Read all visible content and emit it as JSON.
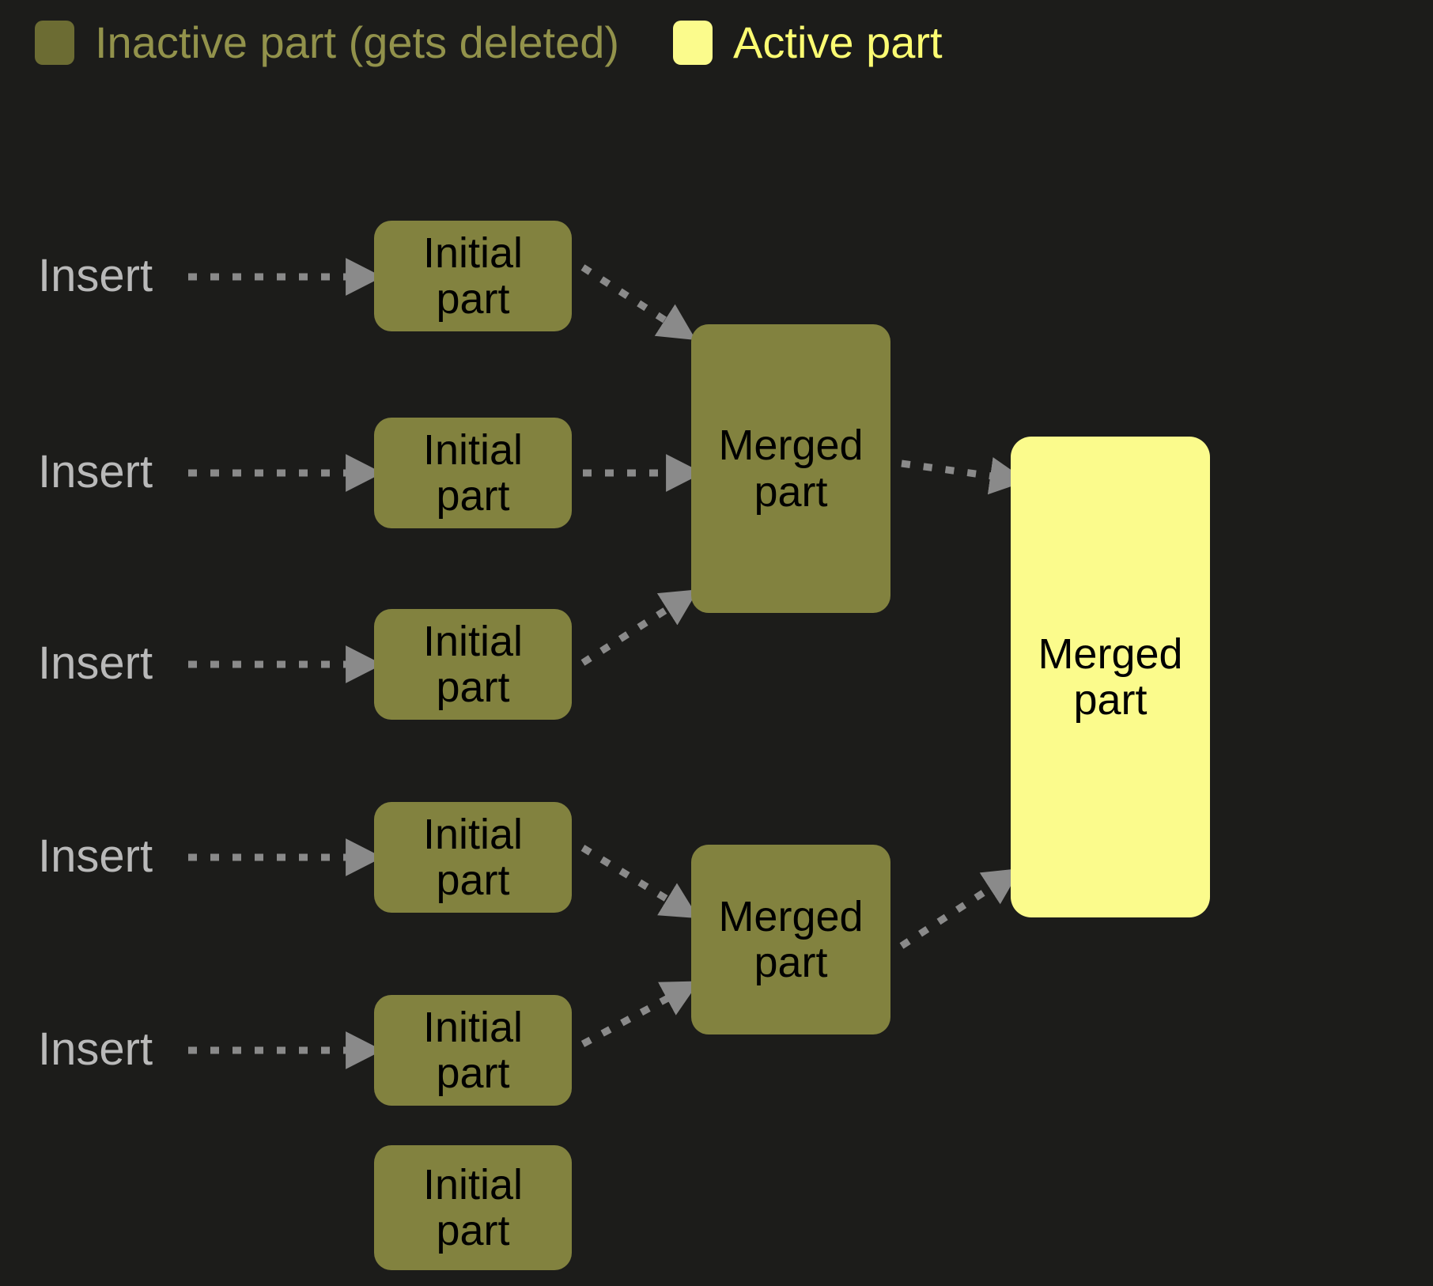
{
  "background_color": "#1c1c1a",
  "legend": {
    "items": [
      {
        "label": "Inactive part (gets deleted)",
        "swatch_color": "#6c6c33",
        "text_color": "#92924b",
        "state": "inactive"
      },
      {
        "label": "Active part",
        "swatch_color": "#fbfb8c",
        "text_color": "#fbfb72",
        "state": "active"
      }
    ]
  },
  "diagram": {
    "type": "flow-diagram",
    "insert_labels": [
      "Insert",
      "Insert",
      "Insert",
      "Insert",
      "Insert"
    ],
    "initial_parts": [
      {
        "line1": "Initial",
        "line2": "part"
      },
      {
        "line1": "Initial",
        "line2": "part"
      },
      {
        "line1": "Initial",
        "line2": "part"
      },
      {
        "line1": "Initial",
        "line2": "part"
      },
      {
        "line1": "Initial",
        "line2": "part"
      }
    ],
    "merged_parts": [
      {
        "line1": "Merged",
        "line2": "part",
        "state": "inactive"
      },
      {
        "line1": "Merged",
        "line2": "part",
        "state": "inactive"
      }
    ],
    "final_part": {
      "line1": "Merged",
      "line2": "part",
      "state": "active"
    },
    "arrow_color": "#8a8a8a",
    "arrow_style": "dotted",
    "edges": [
      "insert-1 -> initial-1",
      "insert-2 -> initial-2",
      "insert-3 -> initial-3",
      "insert-4 -> initial-4",
      "insert-5 -> initial-5",
      "initial-1 -> merged-1",
      "initial-2 -> merged-1",
      "initial-3 -> merged-1",
      "initial-4 -> merged-2",
      "initial-5 -> merged-2",
      "merged-1 -> final",
      "merged-2 -> final"
    ]
  }
}
